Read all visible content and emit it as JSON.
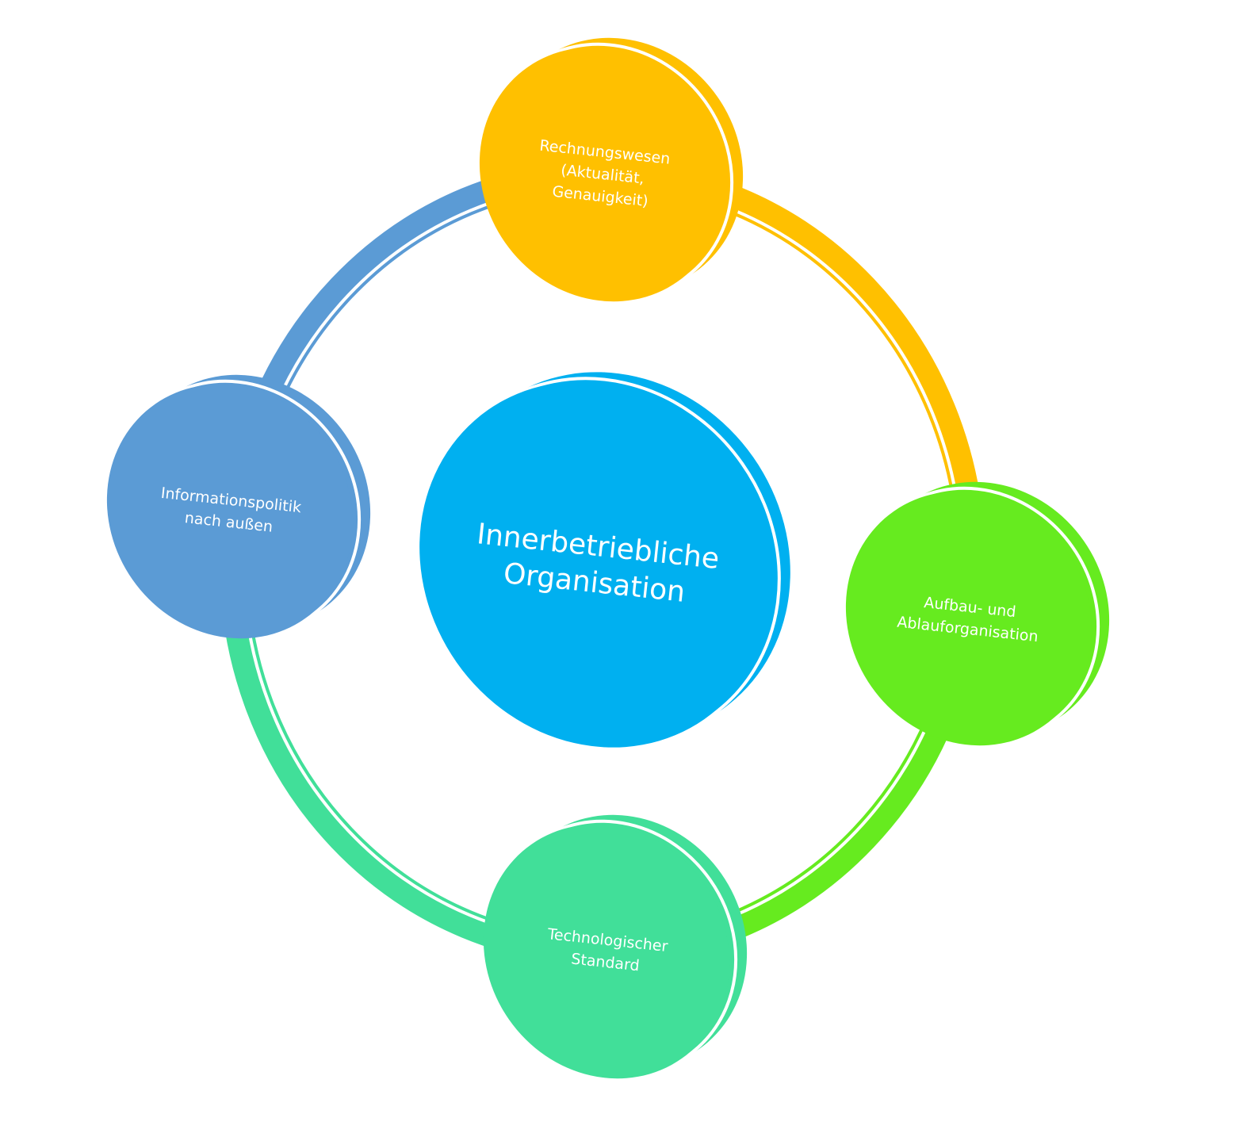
{
  "center": {
    "lines": [
      "Innerbetriebliche",
      "Organisation"
    ],
    "color": "#00B0F0"
  },
  "nodes": [
    {
      "id": "top",
      "lines": [
        "Rechnungswesen",
        "(Aktualität,",
        "Genauigkeit)"
      ],
      "color": "#FFC000"
    },
    {
      "id": "right",
      "lines": [
        "Aufbau- und",
        "Ablauforganisation"
      ],
      "color": "#66EB1F"
    },
    {
      "id": "bottom",
      "lines": [
        "Technologischer",
        "Standard"
      ],
      "color": "#41DF99"
    },
    {
      "id": "left",
      "lines": [
        "Informationspolitik",
        "nach außen"
      ],
      "color": "#5B9BD5"
    }
  ]
}
